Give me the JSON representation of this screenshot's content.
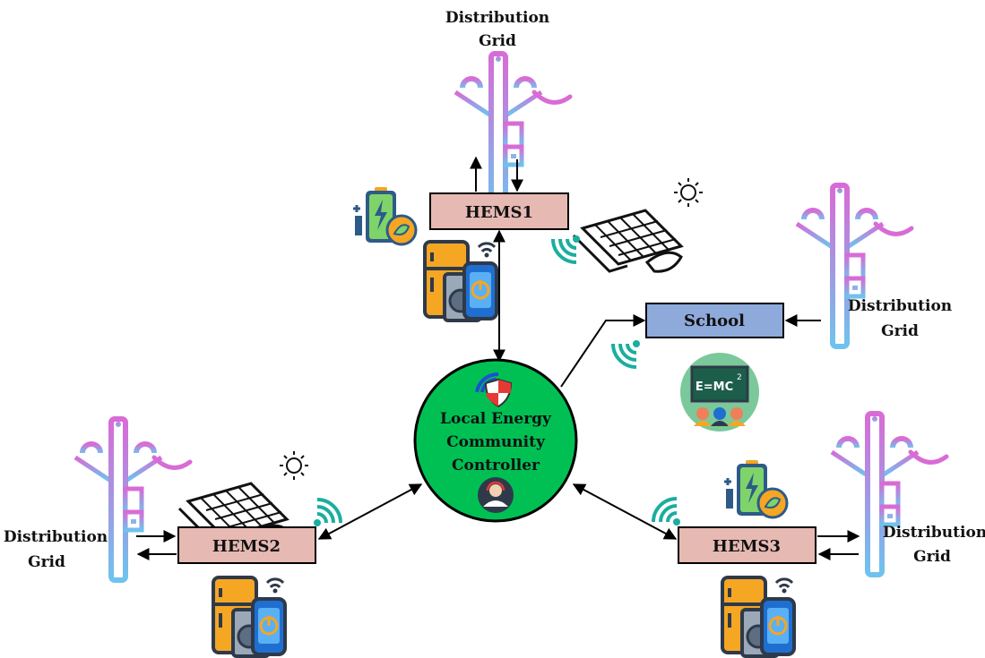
{
  "labels": {
    "grid_top_line1": "Distribution",
    "grid_top_line2": "Grid",
    "grid_right_line1": "Distribution",
    "grid_right_line2": "Grid",
    "grid_left_line1": "Distribution",
    "grid_left_line2": "Grid",
    "grid_br_line1": "Distribution",
    "grid_br_line2": "Grid",
    "hems1": "HEMS1",
    "hems2": "HEMS2",
    "hems3": "HEMS3",
    "school": "School",
    "controller_line1": "Local Energy",
    "controller_line2": "Community",
    "controller_line3": "Controller",
    "formula": "E=MC",
    "formula_exp": "2"
  },
  "colors": {
    "hems_fill": "#E6B9B2",
    "school_fill": "#8EAADB",
    "controller_fill": "#00C054",
    "wifi": "#1AAE9F",
    "pole_top": "#D96BD6",
    "pole_bottom": "#6EC3EE"
  },
  "icons": [
    "utility-pole-icon",
    "solar-panel-icon",
    "battery-icon",
    "appliances-icon",
    "wifi-signal-icon",
    "classroom-icon",
    "operator-icon",
    "shield-icon"
  ]
}
